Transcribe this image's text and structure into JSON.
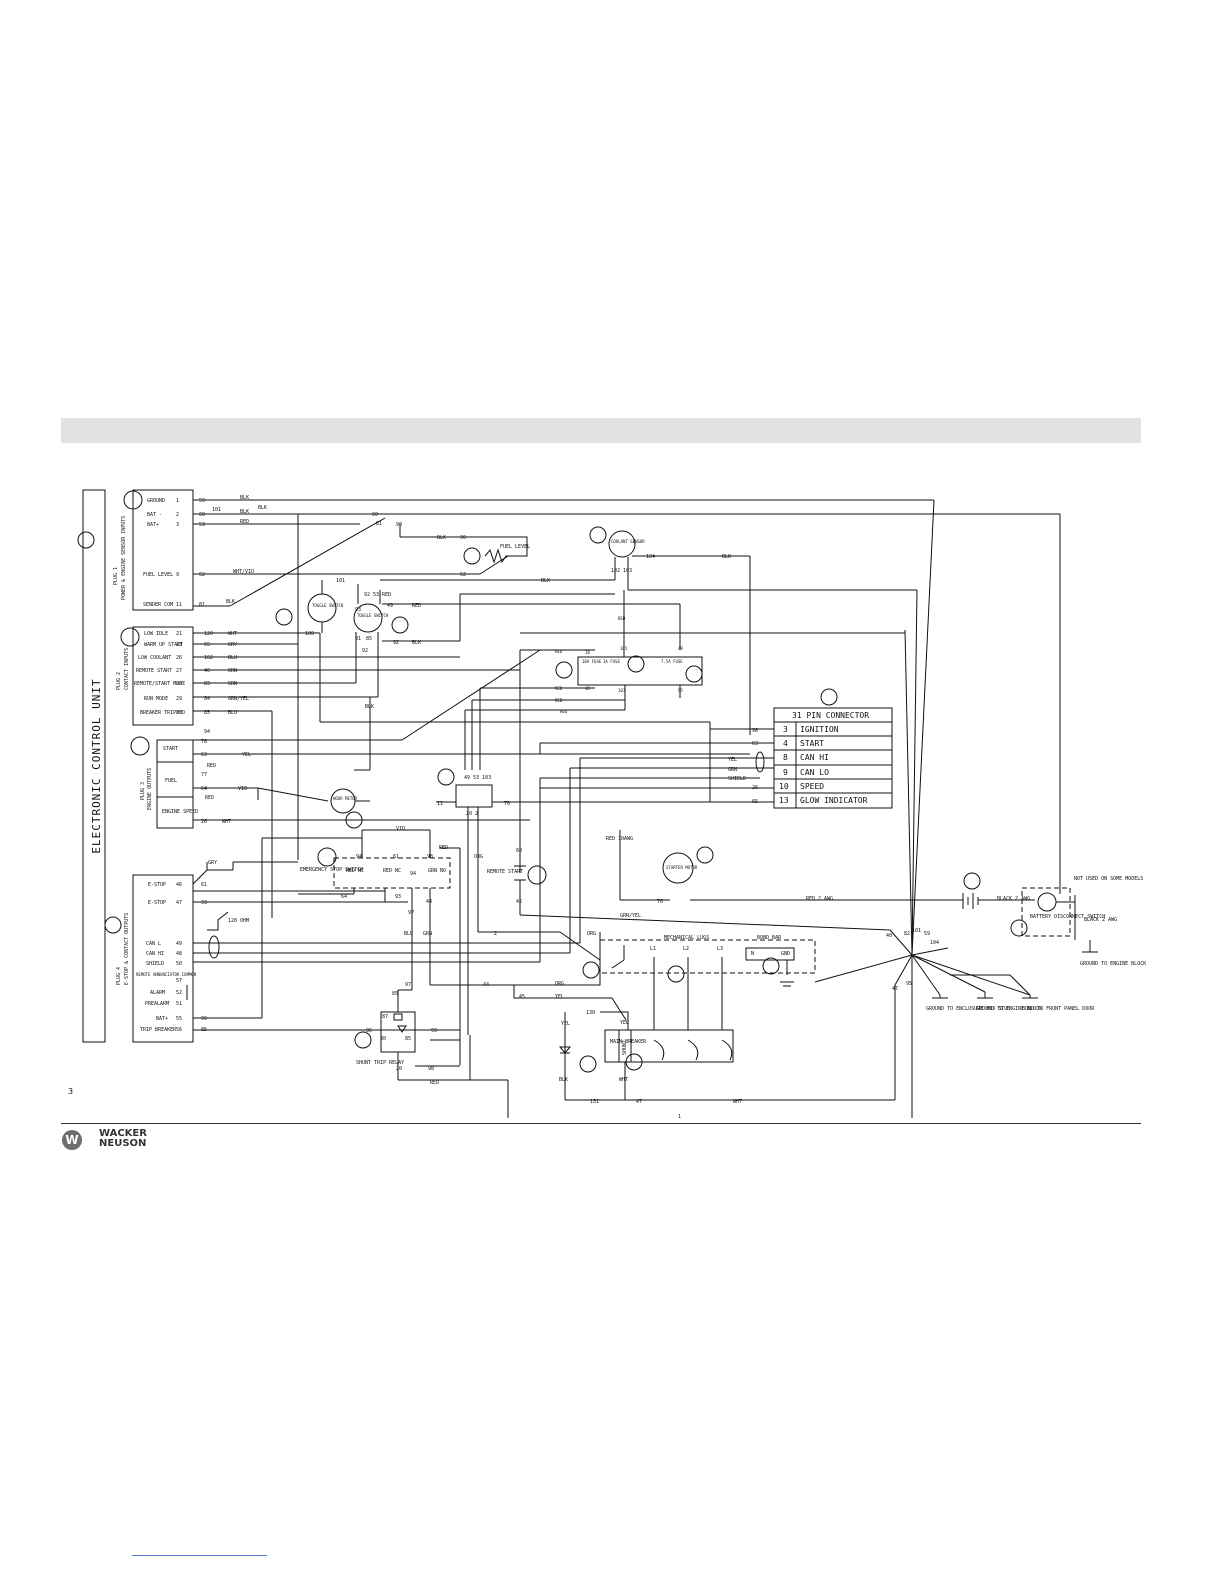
{
  "page": {
    "number": "3"
  },
  "brand": {
    "line1": "WACKER",
    "line2": "NEUSON",
    "mark": "W"
  },
  "diagram": {
    "ecu_label": "ELECTRONIC CONTROL UNIT",
    "plug1": {
      "label": "PLUG 1",
      "sub": "POWER & ENGINE SENSOR INPUTS",
      "pins": [
        {
          "name": "GROUND",
          "pin": "1",
          "wire": "59",
          "color": "BLK"
        },
        {
          "name": "BAT -",
          "pin": "2",
          "wire": "60",
          "color": "BLK"
        },
        {
          "name": "BAT+",
          "pin": "3",
          "wire": "53",
          "color": "RED"
        },
        {
          "name": "FUEL LEVEL",
          "pin": "9",
          "wire": "62",
          "color": "WHT/VIO"
        },
        {
          "name": "SENDER COM",
          "pin": "11",
          "wire": "81",
          "color": "BLK"
        }
      ]
    },
    "plug2": {
      "label": "PLUG 2",
      "sub": "CONTACT INPUTS",
      "pins": [
        {
          "name": "LOW IDLE",
          "pin": "21",
          "wire": "120",
          "color": "WHT"
        },
        {
          "name": "WARM UP START",
          "pin": "23",
          "wire": "65",
          "color": "GRY"
        },
        {
          "name": "LOW COOLANT",
          "pin": "26",
          "wire": "102",
          "color": "BLU"
        },
        {
          "name": "REMOTE START",
          "pin": "27",
          "wire": "46",
          "color": "ORN"
        },
        {
          "name": "REMOTE/START MODE",
          "pin": "28",
          "wire": "83",
          "color": "GRN"
        },
        {
          "name": "RUN MODE",
          "pin": "29",
          "wire": "84",
          "color": "GRN/YEL"
        },
        {
          "name": "BREAKER TRIPPED",
          "pin": "30",
          "wire": "85",
          "color": "BLU"
        }
      ]
    },
    "plug3": {
      "label": "PLUG 3",
      "sub": "ENGINE OUTPUTS",
      "groups": [
        "START",
        "FUEL",
        "ENGINE SPEED"
      ],
      "wires": [
        "94",
        "78",
        "63",
        "RED",
        "77",
        "64",
        "RED",
        "26"
      ],
      "colors": [
        "YEL",
        "VIO",
        "WHT"
      ]
    },
    "plug4": {
      "label": "PLUG 4",
      "sub": "E-STOP & CONTACT OUTPUTS",
      "pins": [
        {
          "name": "E-STOP",
          "pin": "46",
          "wire": "61"
        },
        {
          "name": "E-STOP",
          "pin": "47",
          "wire": "93"
        },
        {
          "name": "CAN L",
          "pin": "49",
          "wire": ""
        },
        {
          "name": "CAN HI",
          "pin": "48",
          "wire": ""
        },
        {
          "name": "SHIELD",
          "pin": "50",
          "wire": ""
        },
        {
          "name": "REMOTE ANNUNCIATOR COMMON",
          "pin": "57",
          "wire": ""
        },
        {
          "name": "ALARM",
          "pin": "52",
          "wire": ""
        },
        {
          "name": "PREALARM",
          "pin": "51",
          "wire": ""
        },
        {
          "name": "BAT+",
          "pin": "55",
          "wire": "96"
        },
        {
          "name": "TRIP BREAKER",
          "pin": "56",
          "wire": "85"
        }
      ]
    },
    "pin_connector": {
      "title": "31 PIN CONNECTOR",
      "rows": [
        {
          "pin": "3",
          "name": "IGNITION",
          "wire": "96"
        },
        {
          "pin": "4",
          "name": "START",
          "wire": "63"
        },
        {
          "pin": "8",
          "name": "CAN HI",
          "wire": "YEL"
        },
        {
          "pin": "9",
          "name": "CAN LO",
          "wire": "GRN"
        },
        {
          "pin": "10",
          "name": "SPEED",
          "wire": "26"
        },
        {
          "pin": "13",
          "name": "GLOW INDICATOR",
          "wire": "65"
        }
      ]
    },
    "labels": {
      "fuel_level": "FUEL LEVEL",
      "coolant_sensor": "COOLANT SENSOR",
      "toggle_switch_1": "TOGGLE SWITCH",
      "toggle_switch_2": "TOGGLE SWITCH",
      "fuse_10a": "10A FUSE",
      "fuse_1a": "1A FUSE",
      "fuse_7_5a": "7.5A FUSE",
      "hour_meter": "HOUR METER",
      "emergency_stop": "EMERGENCY STOP SWITCH",
      "remote_start": "REMOTE START",
      "starter_motor": "STARTER MOTOR",
      "mechanical_lugs": "MECHANICAL LUGS",
      "bond_bar": "BOND BAR",
      "main_breaker": "MAIN BREAKER",
      "shunt": "SHUNT",
      "shunt_trip_relay": "SHUNT TRIP RELAY",
      "battery_disconnect": "BATTERY DISCONNECT SWITCH",
      "not_used": "NOT USED ON SOME MODELS",
      "black_2awg_1": "BLACK 2 AWG",
      "black_2awg_2": "BLACK 2 AWG",
      "red_2awg": "RED 2 AWG",
      "red_10awg": "RED 10AWG",
      "ground_enclosure": "GROUND TO ENCLOSURE BOX STUD",
      "ground_engine_block": "GROUND TO ENGINE BLOCK",
      "ground_engine_block_2": "GROUND TO ENGINE BLOCK",
      "bond_front_panel": "BOND TO FRONT PANEL DOOR",
      "red_nc": "RED NC",
      "red_nc2": "RED NC",
      "grn_no": "GRN NO",
      "resistor_120": "120 OHM",
      "l1": "L1",
      "l2": "L2",
      "l3": "L3",
      "n": "N",
      "gnd": "GND"
    }
  }
}
